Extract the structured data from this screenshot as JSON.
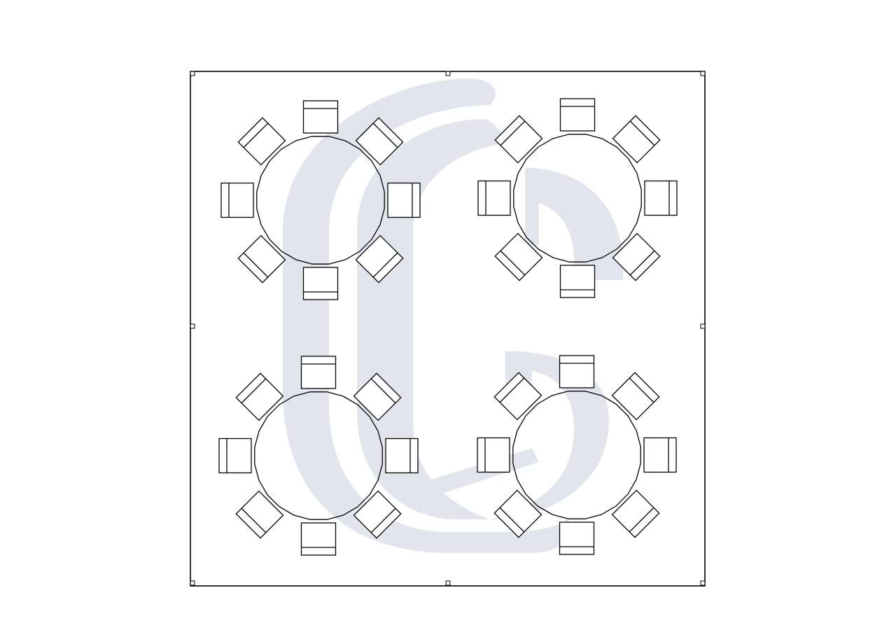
{
  "diagram": {
    "type": "floor-plan",
    "tables": [
      {
        "id": "table-1",
        "shape": "round",
        "seats": 8
      },
      {
        "id": "table-2",
        "shape": "round",
        "seats": 8
      },
      {
        "id": "table-3",
        "shape": "round",
        "seats": 8
      },
      {
        "id": "table-4",
        "shape": "round",
        "seats": 8
      }
    ],
    "selection_handles": 8
  },
  "colors": {
    "background": "#ffffff",
    "stroke": "#000000",
    "watermark": "#e3e5ee"
  },
  "watermark": {
    "icon": "logo-watermark-icon"
  }
}
